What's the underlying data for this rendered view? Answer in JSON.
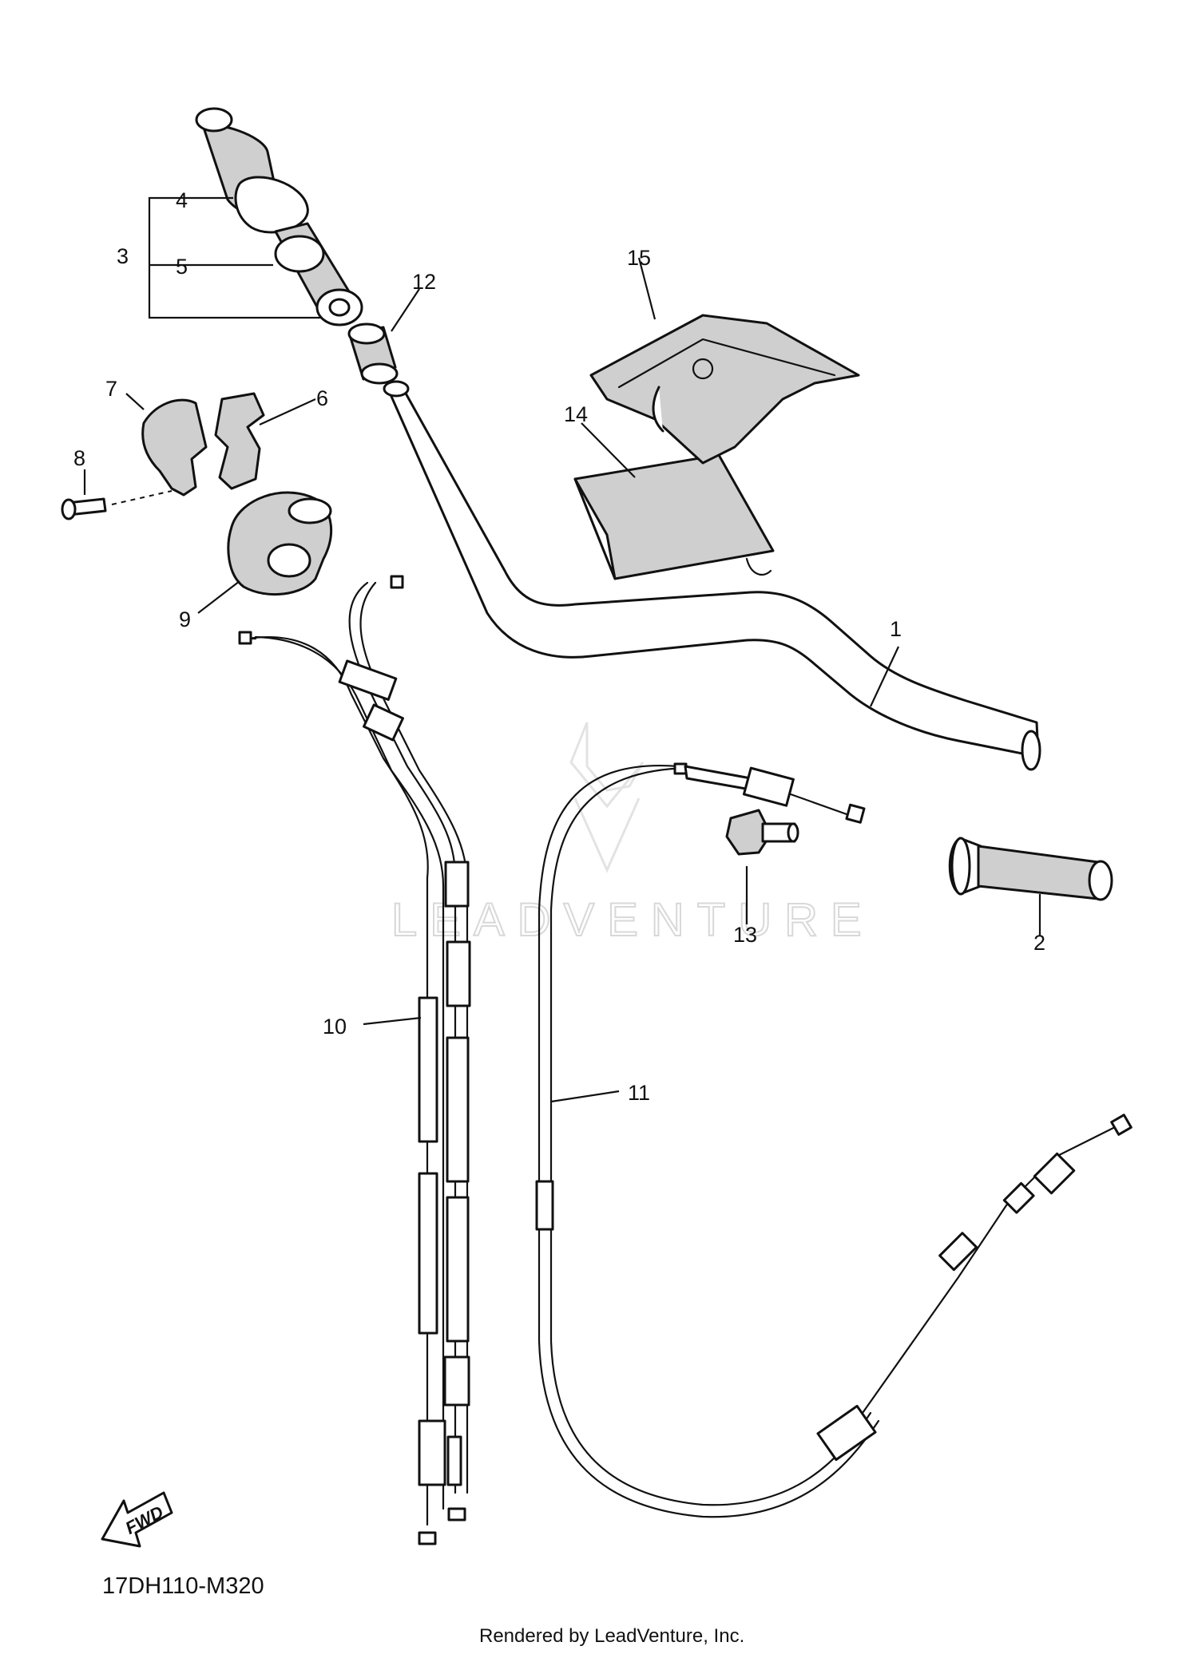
{
  "diagram": {
    "code": "17DH110-M320",
    "footer": "Rendered by LeadVenture, Inc.",
    "watermark": "LEADVENTURE",
    "fwd_label": "FWD",
    "callouts": [
      "1",
      "2",
      "3",
      "4",
      "5",
      "6",
      "7",
      "8",
      "9",
      "10",
      "11",
      "12",
      "13",
      "14",
      "15"
    ]
  }
}
